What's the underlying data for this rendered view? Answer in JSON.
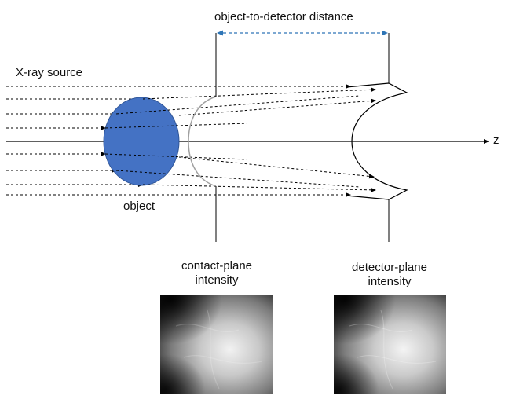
{
  "labels": {
    "source": "X-ray source",
    "object": "object",
    "distance": "object-to-detector distance",
    "axis": "z",
    "contact_plane": "contact-plane\nintensity",
    "detector_plane": "detector-plane\nintensity"
  },
  "colors": {
    "object_fill": "#4472c4",
    "object_stroke": "#2f5597",
    "distance_arrow": "#2e75b6",
    "contact_wavefront": "#a0a0a0",
    "detector_wavefront": "#000000"
  }
}
